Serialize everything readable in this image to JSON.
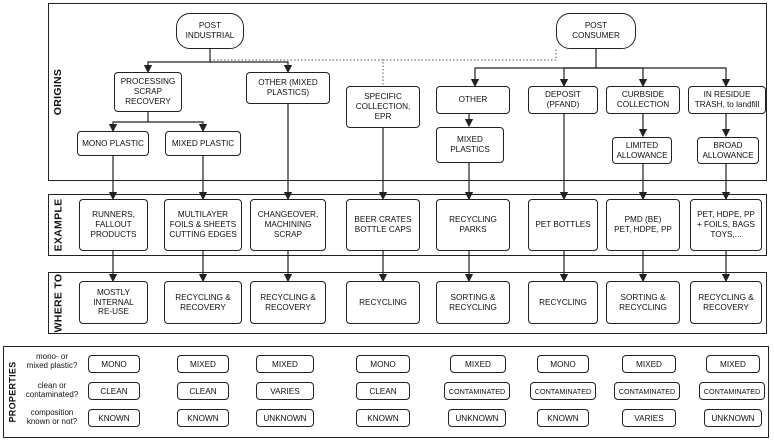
{
  "sections": {
    "origins": "ORIGINS",
    "example": "EXAMPLE",
    "where_to": "WHERE TO",
    "properties": "PROPERTIES"
  },
  "origins": {
    "post_industrial": "POST\nINDUSTRIAL",
    "post_consumer": "POST\nCONSUMER",
    "processing_scrap": "PROCESSING\nSCRAP\nRECOVERY",
    "other_mixed_plastics": "OTHER (MIXED\nPLASTICS)",
    "mono_plastic": "MONO PLASTIC",
    "mixed_plastic": "MIXED PLASTIC",
    "specific_collection": "SPECIFIC\nCOLLECTION,\nEPR",
    "other": "OTHER",
    "mixed_plastics": "MIXED\nPLASTICS",
    "deposit": "DEPOSIT\n(PFAND)",
    "curbside": "CURBSIDE\nCOLLECTION",
    "in_residue": "IN RESIDUE\nTRASH, to landfill",
    "limited_allowance": "LIMITED\nALLOWANCE",
    "broad_allowance": "BROAD\nALLOWANCE"
  },
  "examples": [
    "RUNNERS,\nFALLOUT\nPRODUCTS",
    "MULTILAYER\nFOILS & SHEETS\nCUTTING EDGES",
    "CHANGEOVER,\nMACHINING\nSCRAP",
    "BEER CRATES\nBOTTLE CAPS",
    "RECYCLING\nPARKS",
    "PET BOTTLES",
    "PMD (BE)\nPET, HDPE, PP",
    "PET, HDPE, PP\n+ FOILS, BAGS\nTOYS,..."
  ],
  "where_to": [
    "MOSTLY\nINTERNAL\nRE-USE",
    "RECYCLING &\nRECOVERY",
    "RECYCLING &\nRECOVERY",
    "RECYCLING",
    "SORTING &\nRECYCLING",
    "RECYCLING",
    "SORTING &\nRECYCLING",
    "RECYCLING &\nRECOVERY"
  ],
  "properties": {
    "questions": [
      "mono- or\nmixed plastic?",
      "clean or\ncontaminated?",
      "composition\nknown or not?"
    ],
    "rows": [
      [
        "MONO",
        "MIXED",
        "MIXED",
        "MONO",
        "MIXED",
        "MONO",
        "MIXED",
        "MIXED"
      ],
      [
        "CLEAN",
        "CLEAN",
        "VARIES",
        "CLEAN",
        "CONTAMINATED",
        "CONTAMINATED",
        "CONTAMINATED",
        "CONTAMINATED"
      ],
      [
        "KNOWN",
        "KNOWN",
        "UNKNOWN",
        "KNOWN",
        "UNKNOWN",
        "KNOWN",
        "VARIES",
        "UNKNOWN"
      ]
    ]
  }
}
